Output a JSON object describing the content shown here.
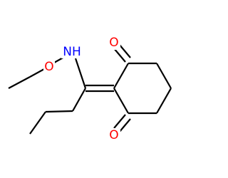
{
  "molecule": {
    "atoms": {
      "nitrogen": {
        "label": "NH",
        "color": "#0000ff"
      },
      "ether_oxygen": {
        "label": "O",
        "color": "#ff0000"
      },
      "ketone_oxygen_top": {
        "label": "O",
        "color": "#ff0000"
      },
      "ketone_oxygen_bottom": {
        "label": "O",
        "color": "#ff0000"
      }
    },
    "bond_color": "#000000"
  }
}
